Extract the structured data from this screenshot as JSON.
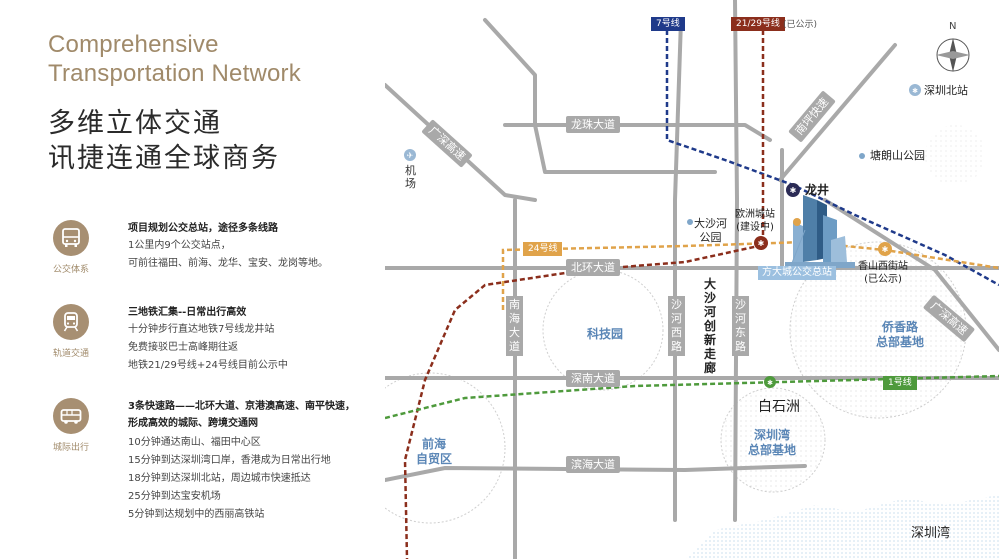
{
  "title_en_line1": "Comprehensive",
  "title_en_line2": "Transportation Network",
  "title_cn_line1": "多维立体交通",
  "title_cn_line2": "讯捷连通全球商务",
  "features": [
    {
      "icon": "bus-icon",
      "caption": "公交体系",
      "heading": "项目规划公交总站，途径多条线路",
      "lines": [
        "1公里内9个公交站点，",
        "可前往福田、前海、龙华、宝安、龙岗等地。"
      ]
    },
    {
      "icon": "metro-icon",
      "caption": "轨道交通",
      "heading": "三地铁汇集--日常出行高效",
      "lines": [
        "十分钟步行直达地铁7号线龙井站",
        "免费接驳巴士高峰期往返",
        "地铁21/29号线+24号线目前公示中"
      ]
    },
    {
      "icon": "coach-icon",
      "caption": "城际出行",
      "heading": "3条快速路——北环大道、京港澳高速、南平快速，",
      "heading2": "形成高效的城际、跨境交通网",
      "lines": [
        "10分钟通达南山、福田中心区",
        "15分钟到达深圳湾口岸，香港成为日常出行地",
        "18分钟到达深圳北站，周边城市快速抵达",
        "25分钟到达宝安机场",
        "5分钟到达规划中的西丽高铁站"
      ]
    }
  ],
  "map": {
    "compass": "N",
    "metro_line_7": "7号线",
    "metro_line_2129": "21/29号线",
    "metro_line_2129_note": "(已公示)",
    "metro_line_24": "24号线",
    "metro_line_1": "1号线",
    "roads": {
      "longzhu": "龙珠大道",
      "beihuan": "北环大道",
      "shennan": "深南大道",
      "binhai": "滨海大道",
      "guangshen_nw": "广深高速",
      "guangshen_se": "广深高速",
      "nanping": "南坪快速",
      "nanhai": [
        "南",
        "海",
        "大",
        "道"
      ],
      "shahe_west": [
        "沙",
        "河",
        "西",
        "路"
      ],
      "shahe_east": [
        "沙",
        "河",
        "东",
        "路"
      ],
      "dashahe_corridor": [
        "大",
        "沙",
        "河",
        "创",
        "新",
        "走",
        "廊"
      ]
    },
    "places": {
      "airport": [
        "机",
        "场"
      ],
      "shenzhen_north": "深圳北站",
      "tanglangshan": "塘朗山公园",
      "longjing": "龙井",
      "ouzhoucheng_1": "欧洲城站",
      "ouzhoucheng_2": "(建设中)",
      "dashahe_park_1": "大沙河",
      "dashahe_park_2": "公园",
      "xiangshan_west_1": "香山西街站",
      "xiangshan_west_2": "(已公示)",
      "bus_terminal": "方大城公交总站",
      "tech_park": "科技园",
      "qiaoxiang_1": "侨香路",
      "qiaoxiang_2": "总部基地",
      "baishizhou": "白石洲",
      "shenzhenwan_hq_1": "深圳湾",
      "shenzhenwan_hq_2": "总部基地",
      "qianhai_1": "前海",
      "qianhai_2": "自贸区",
      "shenzhen_bay": "深圳湾"
    },
    "colors": {
      "line7": "#1f3a8a",
      "line2129": "#8b2e1c",
      "line24": "#e0a34a",
      "line1": "#4e9a3c",
      "road": "#a9a9a9",
      "accent": "#a78f72"
    }
  }
}
